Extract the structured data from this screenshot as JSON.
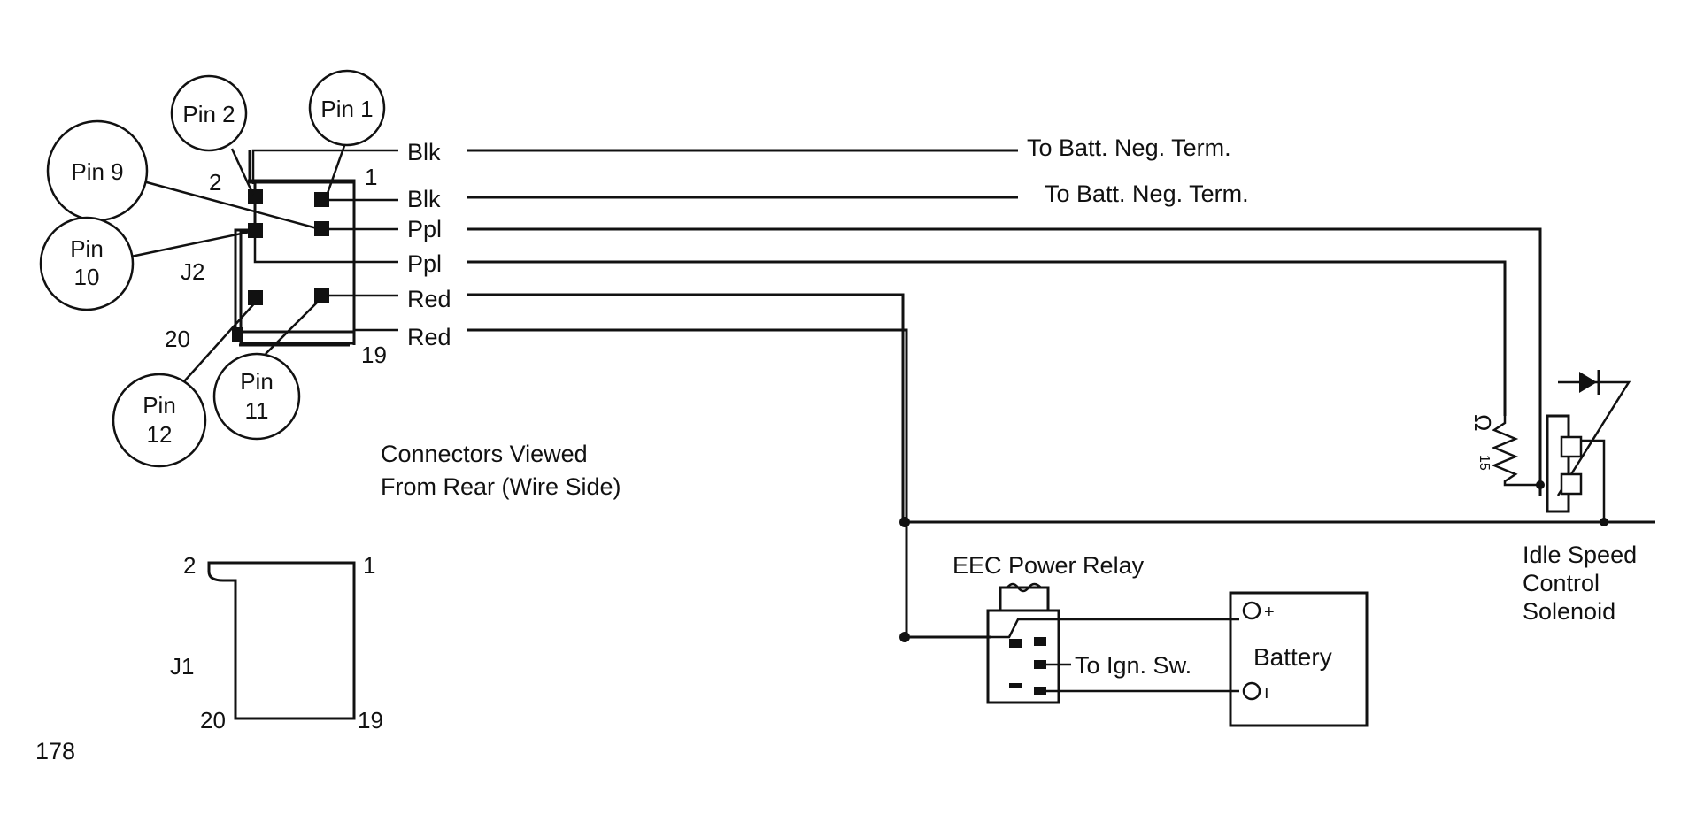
{
  "callouts": {
    "pin1": "Pin 1",
    "pin2": "Pin 2",
    "pin9": "Pin 9",
    "pin10_a": "Pin",
    "pin10_b": "10",
    "pin11_a": "Pin",
    "pin11_b": "11",
    "pin12_a": "Pin",
    "pin12_b": "12"
  },
  "j2": {
    "label": "J2",
    "corner_tl": "2",
    "corner_tr": "1",
    "corner_bl": "20",
    "corner_br": "19"
  },
  "j1": {
    "label": "J1",
    "corner_tl": "2",
    "corner_tr": "1",
    "corner_bl": "20",
    "corner_br": "19"
  },
  "wires": [
    {
      "color": "Blk",
      "destination": "To Batt. Neg. Term."
    },
    {
      "color": "Blk",
      "destination": "To Batt. Neg. Term."
    },
    {
      "color": "Ppl"
    },
    {
      "color": "Ppl"
    },
    {
      "color": "Red"
    },
    {
      "color": "Red"
    }
  ],
  "note": {
    "line1": "Connectors Viewed",
    "line2": "From Rear (Wire Side)"
  },
  "relay": {
    "label": "EEC Power Relay",
    "ign_label": "To Ign. Sw."
  },
  "battery": {
    "label": "Battery",
    "plus": "+",
    "minus": "ı"
  },
  "solenoid": {
    "line1": "Idle Speed",
    "line2": "Control",
    "line3": "Solenoid",
    "resistor_value": "15",
    "ohm_symbol": "Ω"
  },
  "page_number": "178"
}
